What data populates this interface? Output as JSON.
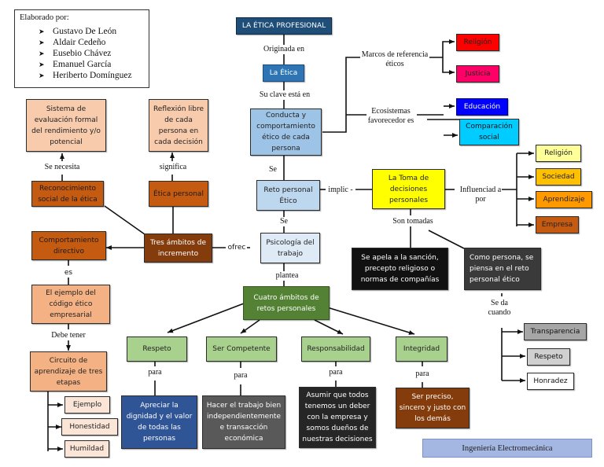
{
  "authors": {
    "heading": "Elaborado por:",
    "names": [
      "Gustavo De León",
      "Aldair Cedeño",
      "Eusebio Chávez",
      "Emanuel García",
      "Heriberto Domínguez"
    ]
  },
  "footer": "Ingeniería Electromecánica",
  "colors": {
    "title_blue": "#1f4e79",
    "light_blue": "#9dc3e6",
    "pale_blue": "#deebf7",
    "red": "#ff0000",
    "pink": "#ff0066",
    "blue": "#0000ff",
    "cyan": "#00ccff",
    "yellow": "#ffff00",
    "light_yellow": "#ffff99",
    "gold": "#ffc000",
    "orange": "#ff9900",
    "rust": "#c55a11",
    "brown": "#843c0c",
    "peach": "#f8cbad",
    "salmon": "#f4b183",
    "pale_peach": "#fbe5d6",
    "green": "#548235",
    "light_green": "#a9d18e",
    "navy": "#2f5597",
    "gray": "#595959",
    "black": "#1a1a1a",
    "dark_gray": "#3a3a3a"
  },
  "nodes": {
    "etica_profesional": "LA ÉTICA PROFESIONAL",
    "la_etica": "La Ética",
    "conducta": "Conducta y comportamiento ético de cada persona",
    "religion_marco": "Religión",
    "justicia": "Justicia",
    "educacion": "Educación",
    "comparacion_social": "Comparación social",
    "reto_personal": "Reto personal Ético",
    "toma_decisiones": "La Toma de decisiones personales",
    "religion_inf": "Religión",
    "sociedad": "Sociedad",
    "aprendizaje": "Aprendizaje",
    "empresa": "Empresa",
    "psicologia": "Psicología del trabajo",
    "sancion": "Se apela a la sanción, precepto religioso o normas de compañías",
    "como_persona": "Como persona, se piensa en el reto personal ético",
    "transparencia": "Transparencia",
    "respeto_gray": "Respeto",
    "honradez": "Honradez",
    "sistema_evaluacion": "Sistema de evaluación formal del rendimiento y/o potencial",
    "reflexion": "Reflexión libre de cada persona en cada decisión",
    "reconocimiento": "Reconocimiento social de la ética",
    "etica_personal": "Ética personal",
    "tres_ambitos": "Tres ámbitos de incremento",
    "comportamiento_directivo": "Comportamiento directivo",
    "ejemplo_codigo": "El ejemplo del código ético empresarial",
    "circuito": "Circuito de aprendizaje de tres etapas",
    "ejemplo": "Ejemplo",
    "honestidad": "Honestidad",
    "humildad": "Humildad",
    "cuatro_ambitos": "Cuatro ámbitos de retos personales",
    "respeto": "Respeto",
    "ser_competente": "Ser Competente",
    "responsabilidad": "Responsabilidad",
    "integridad": "Integridad",
    "apreciar": "Apreciar la dignidad y el valor de todas las personas",
    "hacer_trabajo": "Hacer el trabajo bien independientemente e transacción económica",
    "asumir": "Asumir que todos tenemos un deber con la empresa y somos dueños de nuestras decisiones",
    "ser_preciso": "Ser preciso, sincero y justo con los demás"
  },
  "links": {
    "originada_en": "Originada en",
    "su_clave": "Su clave está en",
    "marcos": "Marcos de referencia éticos",
    "ecosistemas": "Ecosistemas favorecedor es",
    "se_1": "Se",
    "se_2": "Se",
    "implic": "implic -",
    "influenciada": "Influenciad a por",
    "son_tomadas": "Son tomadas",
    "se_da_cuando": "Se da cuando",
    "se_necesita": "Se necesita",
    "significa": "significa",
    "ofrec": "ofrec",
    "es": "es",
    "debe_tener": "Debe tener",
    "plantea": "plantea",
    "para_1": "para",
    "para_2": "para",
    "para_3": "para",
    "para_4": "para"
  }
}
